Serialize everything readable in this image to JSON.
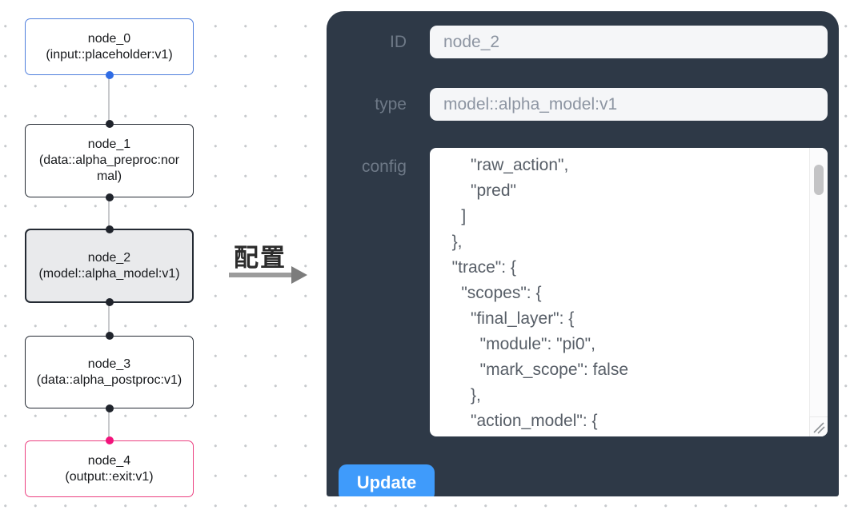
{
  "canvas": {
    "nodes": [
      {
        "name": "node_0",
        "type": "(input::placeholder:v1)"
      },
      {
        "name": "node_1",
        "type": "(data::alpha_preproc:normal)"
      },
      {
        "name": "node_2",
        "type": "(model::alpha_model:v1)"
      },
      {
        "name": "node_3",
        "type": "(data::alpha_postproc:v1)"
      },
      {
        "name": "node_4",
        "type": "(output::exit:v1)"
      }
    ],
    "arrow_label": "配置"
  },
  "panel": {
    "fields": {
      "id": {
        "label": "ID",
        "value": "node_2"
      },
      "type": {
        "label": "type",
        "value": "model::alpha_model:v1"
      },
      "config": {
        "label": "config",
        "value": "      \"raw_action\",\n      \"pred\"\n    ]\n  },\n  \"trace\": {\n    \"scopes\": {\n      \"final_layer\": {\n        \"module\": \"pi0\",\n        \"mark_scope\": false\n      },\n      \"action_model\": {"
      }
    },
    "update_label": "Update"
  },
  "colors": {
    "panel_bg": "#2e3947",
    "input_bg": "#f5f6f8",
    "node_accent_blue": "#4f7fdd",
    "port_blue": "#2f6ce5",
    "node_border_dark": "#242a33",
    "node_selected_bg": "#e9eaec",
    "node_accent_pink": "#ec4081",
    "port_pink": "#f2137b",
    "update_button_blue": "#3f9bfb",
    "arrow_gray": "#9c9c9c"
  }
}
